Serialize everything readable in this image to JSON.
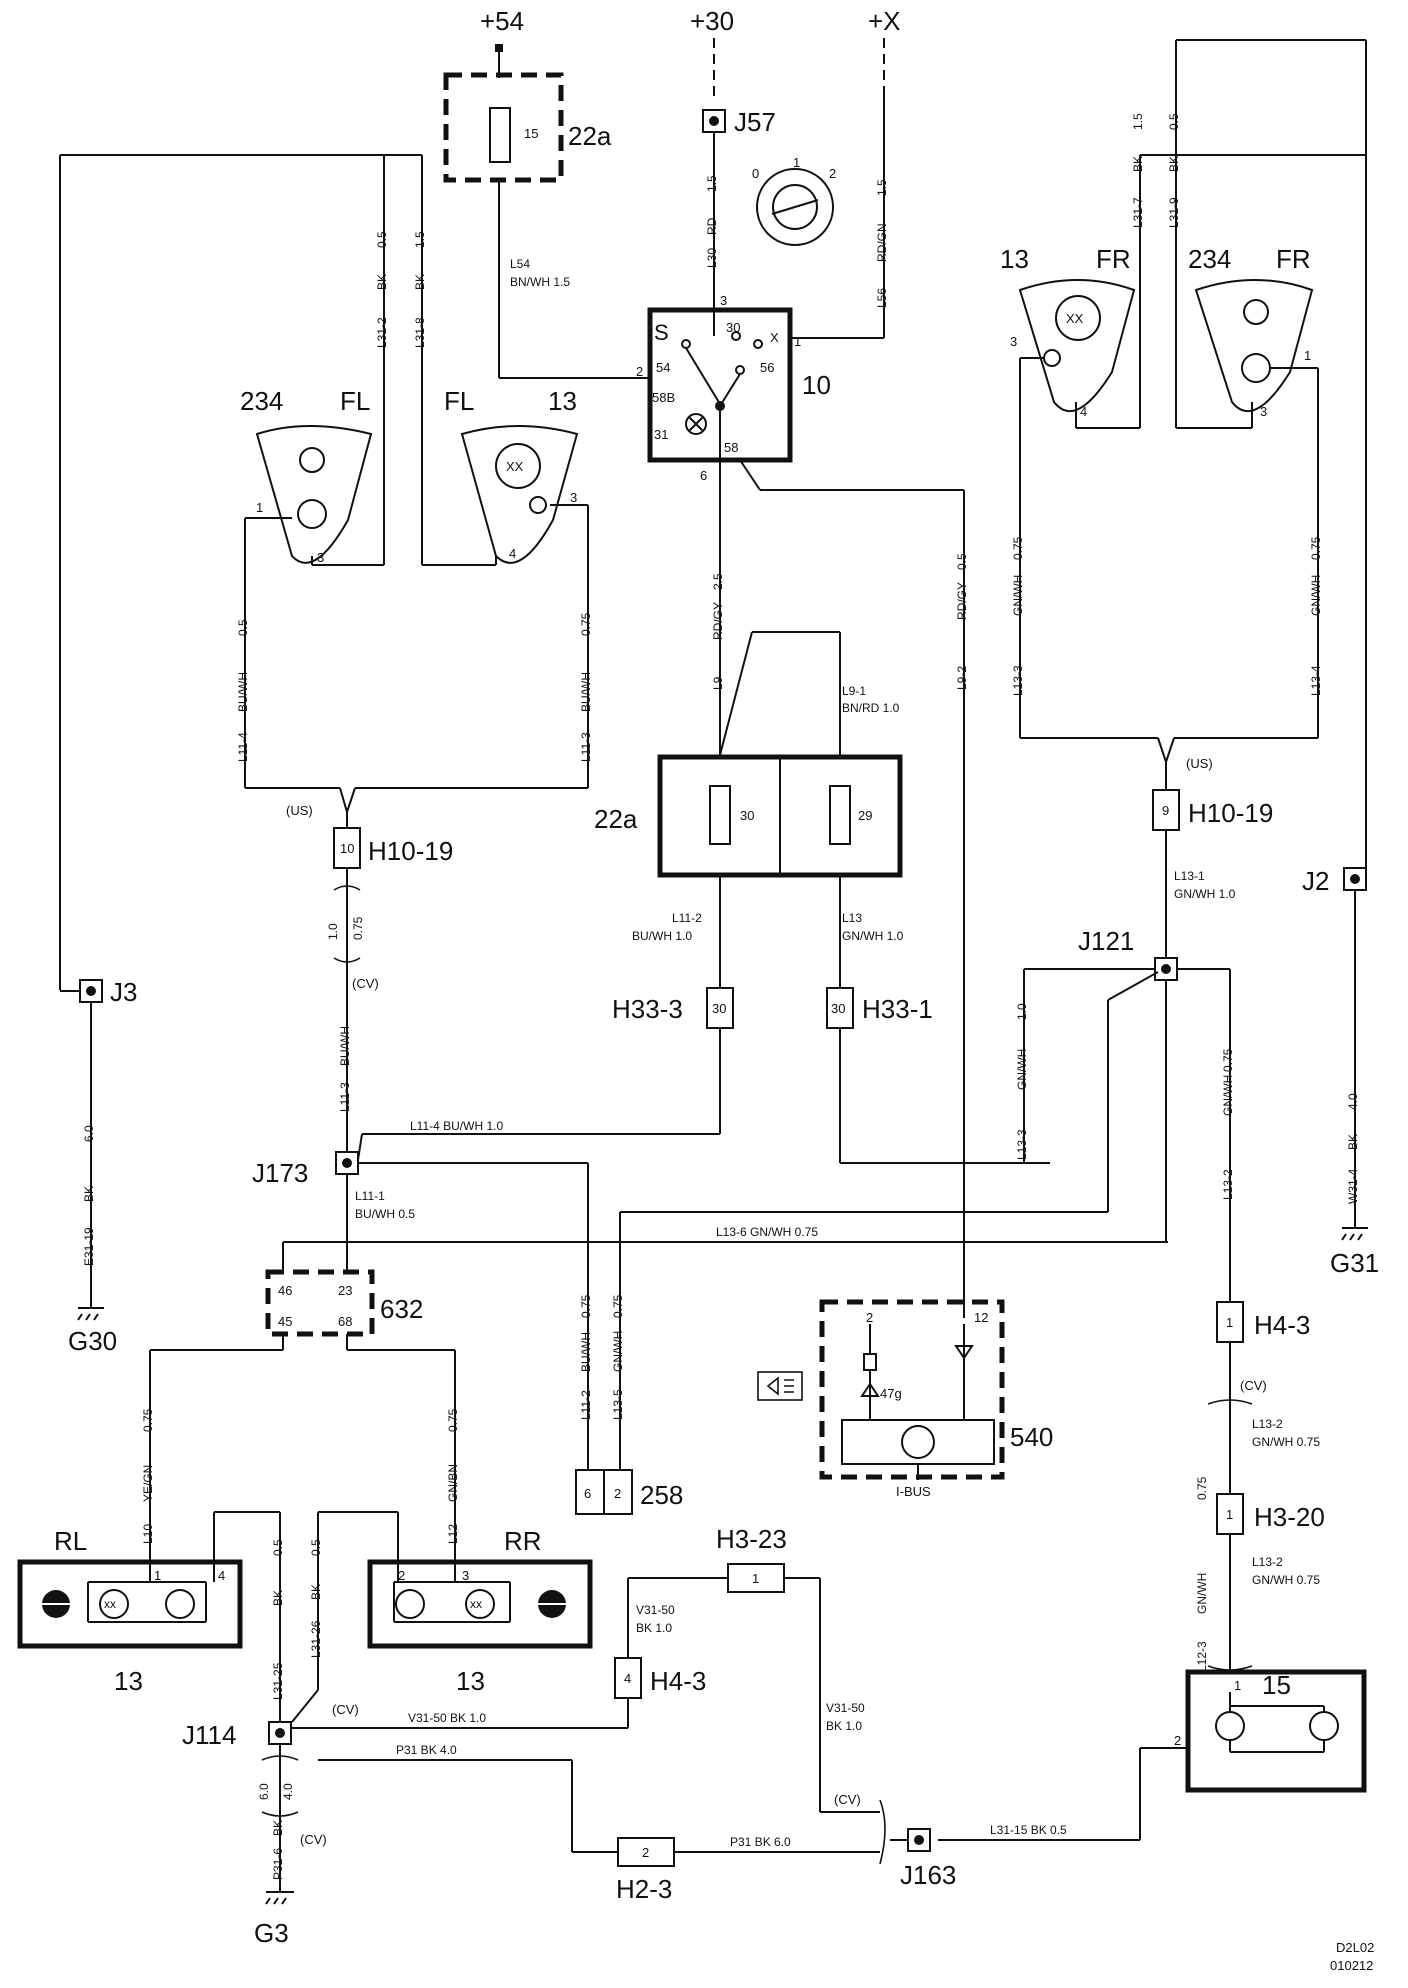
{
  "supply": {
    "p54": "+54",
    "p30": "+30",
    "px": "+X"
  },
  "components": {
    "fuse_box_top": "22a",
    "fuse_box_mid": "22a",
    "fuse15": "15",
    "fuse30": "30",
    "fuse29": "29",
    "switch": "10",
    "switch_pins": [
      "S",
      "54",
      "58B",
      "31",
      "30",
      "X",
      "56",
      "58",
      "3",
      "1",
      "2",
      "6"
    ],
    "knob_positions": [
      "0",
      "1",
      "2"
    ],
    "c632": "632",
    "c632_pins": [
      "46",
      "23",
      "45",
      "68"
    ],
    "c540": "540",
    "c540_pins": [
      "2",
      "12"
    ],
    "led": "47g",
    "ibus": "I-BUS",
    "c258": "258",
    "c258_pins": [
      "6",
      "2"
    ],
    "lamp_fl": "FL",
    "lamp_fr": "FR",
    "lamp_rl": "RL",
    "lamp_rr": "RR",
    "n234": "234",
    "n13": "13",
    "n15": "15",
    "diag_id": "D2L02",
    "diag_date": "010212"
  },
  "joints": {
    "J57": "J57",
    "J3": "J3",
    "J2": "J2",
    "J121": "J121",
    "J173": "J173",
    "J114": "J114",
    "J163": "J163",
    "G30": "G30",
    "G31": "G31",
    "G3": "G3"
  },
  "connectors": {
    "H10_19": "H10-19",
    "H33_3": "H33-3",
    "H33_1": "H33-1",
    "H4_3": "H4-3",
    "H3_20": "H3-20",
    "H3_23": "H3-23",
    "H2_3": "H2-3",
    "US": "(US)",
    "CV": "(CV)"
  },
  "wires": {
    "L54": "L54",
    "L54c": "BN/WH  1.5",
    "L30": "L30",
    "L30c": "RD",
    "L30s": "1.5",
    "L56": "L56",
    "L56c": "RD/GN",
    "L56s": "1.5",
    "L31_2": "L31-2",
    "L31_2c": "BK",
    "L31_2s": "0.5",
    "L31_8": "L31-8",
    "L31_8c": "BK",
    "L31_8s": "1.5",
    "L31_7": "L31-7",
    "L31_7c": "BK",
    "L31_7s": "1.5",
    "L31_9": "L31-9",
    "L31_9c": "BK",
    "L31_9s": "0.5",
    "L11_4": "L11-4",
    "L11_4c": "BU/WH",
    "L11_4s": "0.5",
    "L11_3": "L11-3",
    "L11_3c": "BU/WH",
    "L11_3s": "0.75",
    "L9": "L9",
    "L9c": "RD/GY",
    "L9s": "2.5",
    "L9_1": "L9-1",
    "L9_1c": "BN/RD  1.0",
    "L9_2": "L9-2",
    "L9_2c": "RD/GY",
    "L9_2s": "0.5",
    "L13_3": "L13-3",
    "L13_3c": "GN/WH",
    "L13_3s": "0.75",
    "L13_4": "L13-4",
    "L13_4c": "GN/WH",
    "L13_4s": "0.75",
    "L13_1": "L13-1",
    "L13_1c": "GN/WH  1.0",
    "L11_2": "L11-2",
    "L11_2c": "BU/WH  1.0",
    "L13": "L13",
    "L13c": "GN/WH  1.0",
    "cv_a": "1.0",
    "cv_b": "0.75",
    "L11_3b": "L11-3",
    "L11_3bc": "BU/WH",
    "L11_4b": "L11-4   BU/WH     1.0",
    "L11_1": "L11-1",
    "L11_1c": "BU/WH     0.5",
    "L13_6": "L13-6    GN/WH          0.75",
    "L13_3b": "L13-3",
    "L13_3bc": "GN/WH",
    "L13_3bs": "1.0",
    "L13_2": "L13-2",
    "L13_2c": "GN/WH",
    "L13_2s": "0.75",
    "E31_19": "E31-19",
    "E31_19c": "BK",
    "E31_19s": "6.0",
    "W31_4": "W31-4",
    "W31_4c": "BK",
    "W31_4s": "4.0",
    "L11_2b": "L11-2",
    "L11_2bc": "BU/WH",
    "L11_2bs": "0.75",
    "L13_5": "L13-5",
    "L13_5c": "GN/WH",
    "L13_5s": "0.75",
    "L10": "L10",
    "L10c": "YE/GN",
    "L10s": "0.75",
    "L12": "L12",
    "L12c": "GN/BN",
    "L12s": "0.75",
    "L13_2b": "L13-2",
    "L13_2bc": "GN/WH  0.75",
    "L13_2d": "L13-2",
    "L13_2dc": "GN/WH  0.75",
    "L12_3": "L12-3",
    "L12_3c": "GN/WH",
    "L12_3s": "0.75",
    "L31_25": "L31-25",
    "L31_25c": "BK",
    "L31_25s": "0.5",
    "L31_26": "L31-26",
    "L31_26c": "BK",
    "L31_26s": "0.5",
    "V31_50a": "V31-50",
    "V31_50ac": "BK  1.0",
    "V31_50b": "V31-50     BK     1.0",
    "V31_50c": "V31-50",
    "V31_50cc": "BK  1.0",
    "P31a": "P31      BK      4.0",
    "P31b": "P31     BK     6.0",
    "L31_15": "L31-15       BK       0.5",
    "g3a": "6.0",
    "g3b": "4.0",
    "P31_6": "P31-6",
    "P31_6c": "BK"
  }
}
